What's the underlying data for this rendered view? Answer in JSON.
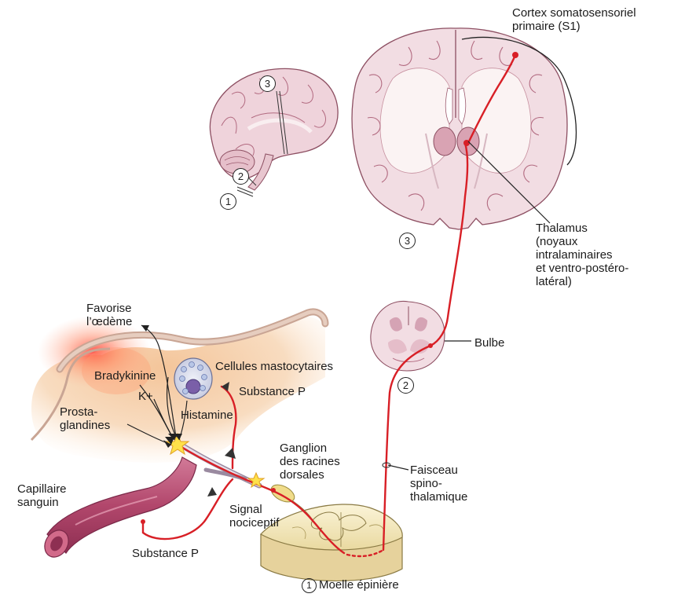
{
  "labels": {
    "cortex": "Cortex somatosensoriel\nprimaire (S1)",
    "thalamus": "Thalamus\n(noyaux\nintralaminaires\net ventro-postéro-\nlatéral)",
    "bulbe": "Bulbe",
    "faisceau": "Faisceau\nspino-\nthalamique",
    "favorise": "Favorise\nl’œdème",
    "bradykinine": "Bradykinine",
    "kplus": "K+",
    "prostaglandines": "Prosta-\nglandines",
    "histamine": "Histamine",
    "cellules": "Cellules mastocytaires",
    "substance_p_top": "Substance P",
    "ganglion": "Ganglion\ndes racines\ndorsales",
    "signal": "Signal\nnociceptif",
    "capillaire": "Capillaire\nsanguin",
    "substance_p_bottom": "Substance P",
    "moelle": "Moelle épinière"
  },
  "markers": {
    "sagittal_3": "3",
    "sagittal_2": "2",
    "sagittal_1": "1",
    "coronal_3": "3",
    "bulbe_2": "2",
    "moelle_1": "1"
  },
  "colors": {
    "pathway": "#d81f26",
    "brain_tissue": "#f2dde3",
    "brain_outline": "#8d4f62",
    "white_matter": "#fbf3f3",
    "skin": "#d9b9a8",
    "inflammation": "#ff6a4a",
    "capillary": "#b8456a",
    "mast_cell": "#7a5fa8",
    "spinal_cord": "#f5ecc6"
  }
}
